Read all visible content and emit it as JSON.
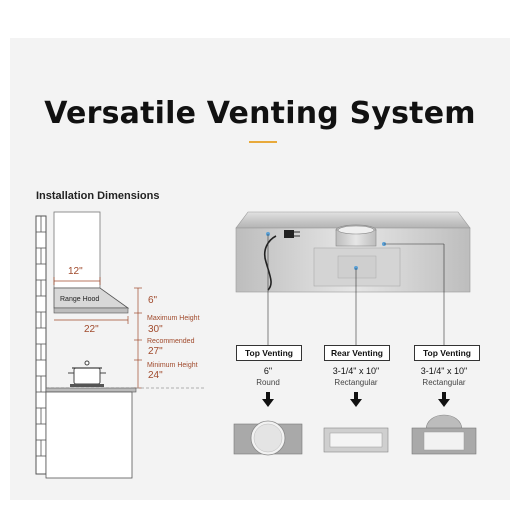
{
  "title": "Versatile Venting System",
  "installation": {
    "heading": "Installation Dimensions",
    "hood_label": "Range Hood",
    "depth": "12\"",
    "width": "22\"",
    "hood_height": "6\"",
    "max_label": "Maximum Height",
    "max_value": "30\"",
    "rec_label": "Recommended",
    "rec_value": "27\"",
    "min_label": "Minimum Height",
    "min_value": "24\""
  },
  "venting": [
    {
      "badge": "Top Venting",
      "size": "6\"",
      "type": "Round"
    },
    {
      "badge": "Rear Venting",
      "size": "3-1/4\" x 10\"",
      "type": "Rectangular"
    },
    {
      "badge": "Top Venting",
      "size": "3-1/4\" x 10\"",
      "type": "Rectangular"
    }
  ],
  "colors": {
    "accent": "#e8a93a",
    "dimension": "#a04a2c"
  }
}
